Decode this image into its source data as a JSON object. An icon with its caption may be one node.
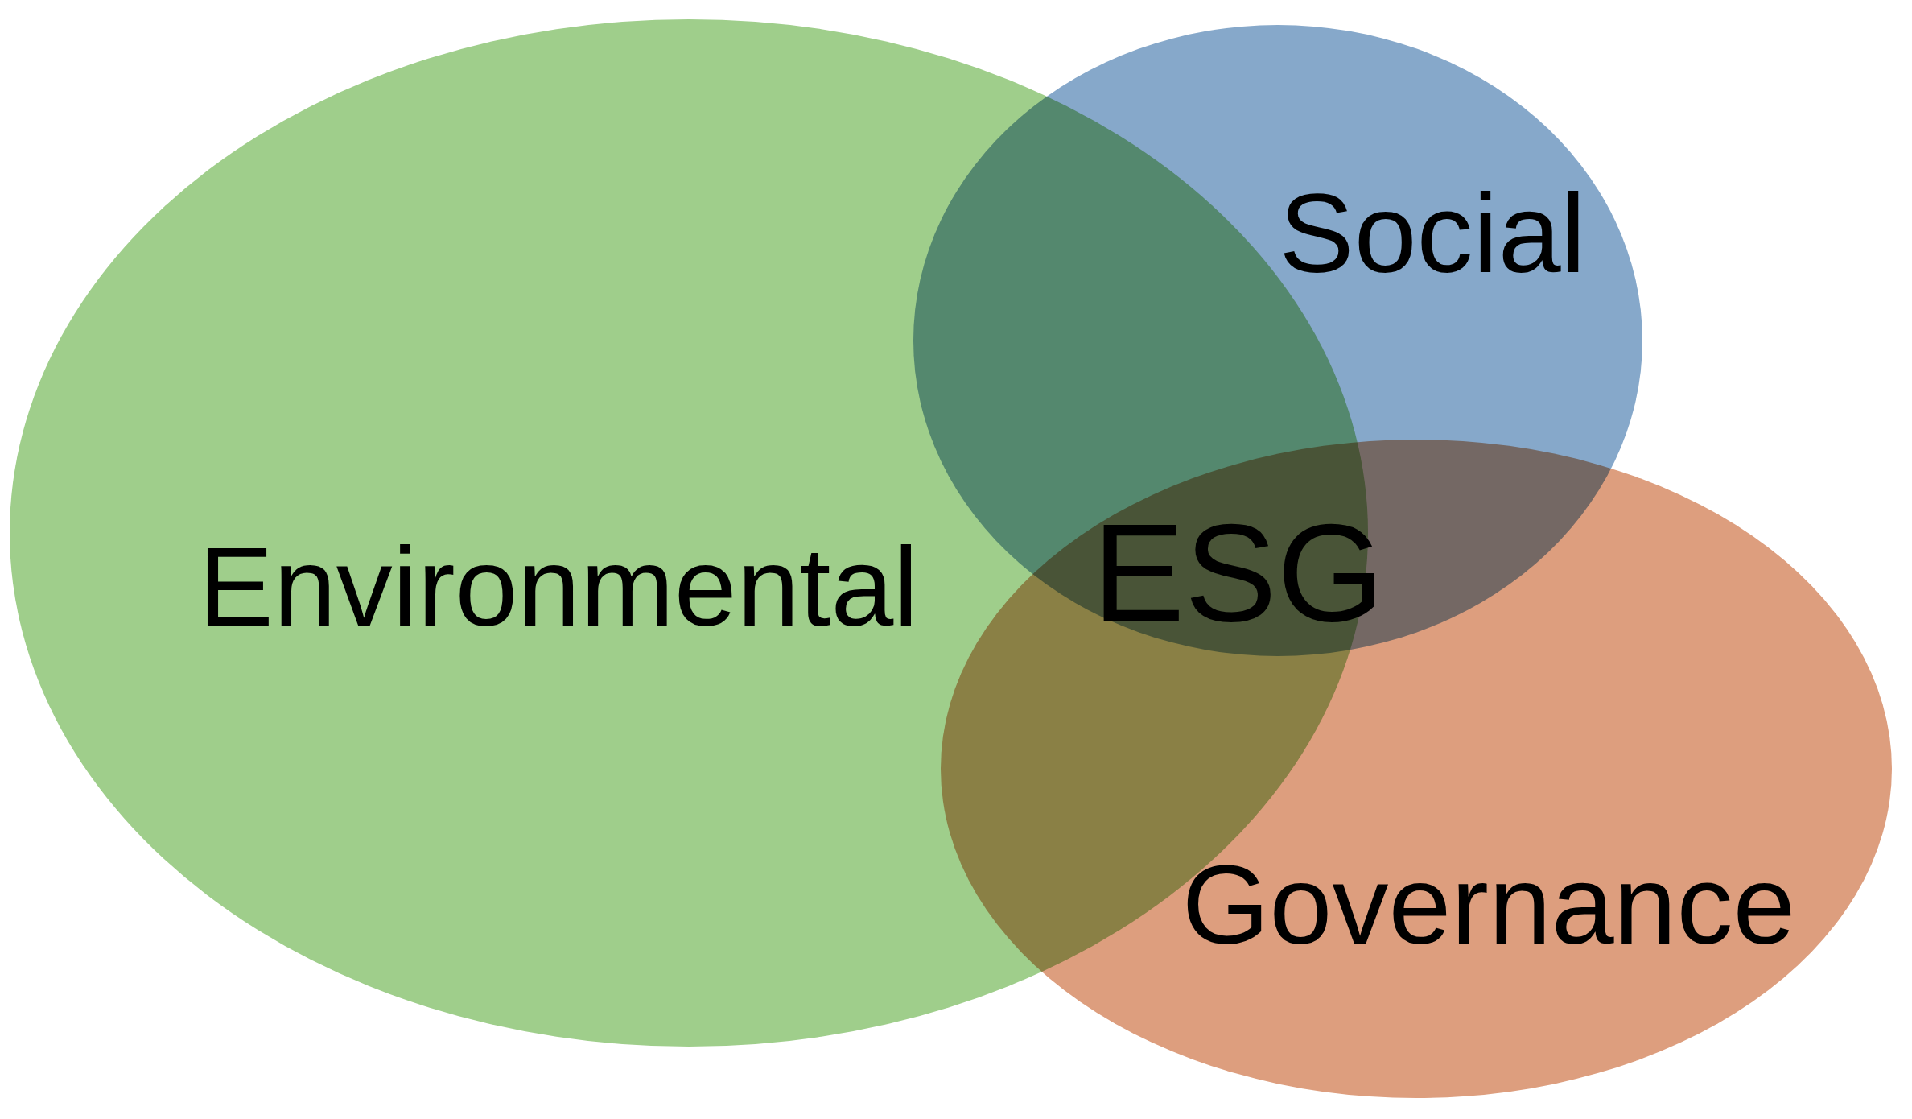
{
  "diagram": {
    "nodes": [
      {
        "text": [
          "Environmental"
        ]
      },
      {
        "text": [
          "Social"
        ]
      },
      {
        "text": [
          "Governance"
        ]
      }
    ],
    "labels": [
      "ESG"
    ]
  }
}
